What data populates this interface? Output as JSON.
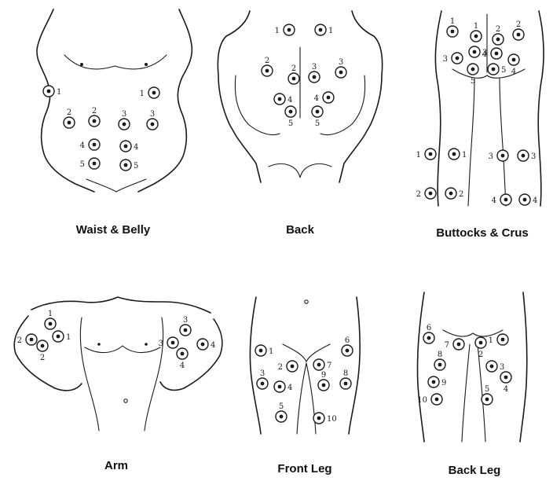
{
  "panels": [
    {
      "caption": "Waist & Belly",
      "points": [
        {
          "label": "1",
          "side": "right"
        },
        {
          "label": "1",
          "side": "left"
        },
        {
          "label": "2",
          "side": "above"
        },
        {
          "label": "2",
          "side": "above"
        },
        {
          "label": "3",
          "side": "above"
        },
        {
          "label": "3",
          "side": "above"
        },
        {
          "label": "4",
          "side": "left"
        },
        {
          "label": "4",
          "side": "right"
        },
        {
          "label": "5",
          "side": "left"
        },
        {
          "label": "5",
          "side": "right"
        }
      ]
    },
    {
      "caption": "Back",
      "points": [
        {
          "label": "1",
          "side": "left"
        },
        {
          "label": "1",
          "side": "right"
        },
        {
          "label": "2",
          "side": "above"
        },
        {
          "label": "2",
          "side": "above"
        },
        {
          "label": "3",
          "side": "above"
        },
        {
          "label": "3",
          "side": "above"
        },
        {
          "label": "4",
          "side": "right"
        },
        {
          "label": "4",
          "side": "left"
        },
        {
          "label": "5",
          "side": "below"
        },
        {
          "label": "5",
          "side": "below"
        }
      ]
    },
    {
      "caption": "Buttocks & Crus",
      "points": [
        {
          "label": "1",
          "side": "above"
        },
        {
          "label": "1",
          "side": "above"
        },
        {
          "label": "2",
          "side": "above"
        },
        {
          "label": "2",
          "side": "above"
        },
        {
          "label": "3",
          "side": "left"
        },
        {
          "label": "3",
          "side": "right"
        },
        {
          "label": "4",
          "side": "left"
        },
        {
          "label": "4",
          "side": "below"
        },
        {
          "label": "5",
          "side": "right"
        },
        {
          "label": "5",
          "side": "below"
        },
        {
          "label": "1",
          "side": "left"
        },
        {
          "label": "1",
          "side": "right"
        },
        {
          "label": "3",
          "side": "left"
        },
        {
          "label": "3",
          "side": "right"
        },
        {
          "label": "2",
          "side": "left"
        },
        {
          "label": "2",
          "side": "right"
        },
        {
          "label": "4",
          "side": "left"
        },
        {
          "label": "4",
          "side": "right"
        }
      ]
    },
    {
      "caption": "Arm",
      "points": [
        {
          "label": "1",
          "side": "above"
        },
        {
          "label": "2",
          "side": "left"
        },
        {
          "label": "1",
          "side": "right"
        },
        {
          "label": "2",
          "side": "below"
        },
        {
          "label": "3",
          "side": "above"
        },
        {
          "label": "3",
          "side": "left"
        },
        {
          "label": "4",
          "side": "right"
        },
        {
          "label": "4",
          "side": "below"
        }
      ]
    },
    {
      "caption": "Front Leg",
      "points": [
        {
          "label": "1",
          "side": "right"
        },
        {
          "label": "2",
          "side": "left"
        },
        {
          "label": "3",
          "side": "above"
        },
        {
          "label": "4",
          "side": "right"
        },
        {
          "label": "5",
          "side": "above"
        },
        {
          "label": "6",
          "side": "above"
        },
        {
          "label": "7",
          "side": "right"
        },
        {
          "label": "8",
          "side": "above"
        },
        {
          "label": "9",
          "side": "above"
        },
        {
          "label": "10",
          "side": "right"
        }
      ]
    },
    {
      "caption": "Back Leg",
      "points": [
        {
          "label": "6",
          "side": "above"
        },
        {
          "label": "7",
          "side": "left"
        },
        {
          "label": "1",
          "side": "left"
        },
        {
          "label": "2",
          "side": "below"
        },
        {
          "label": "8",
          "side": "above"
        },
        {
          "label": "3",
          "side": "right"
        },
        {
          "label": "9",
          "side": "right"
        },
        {
          "label": "4",
          "side": "below"
        },
        {
          "label": "10",
          "side": "left"
        },
        {
          "label": "5",
          "side": "above"
        }
      ]
    }
  ]
}
